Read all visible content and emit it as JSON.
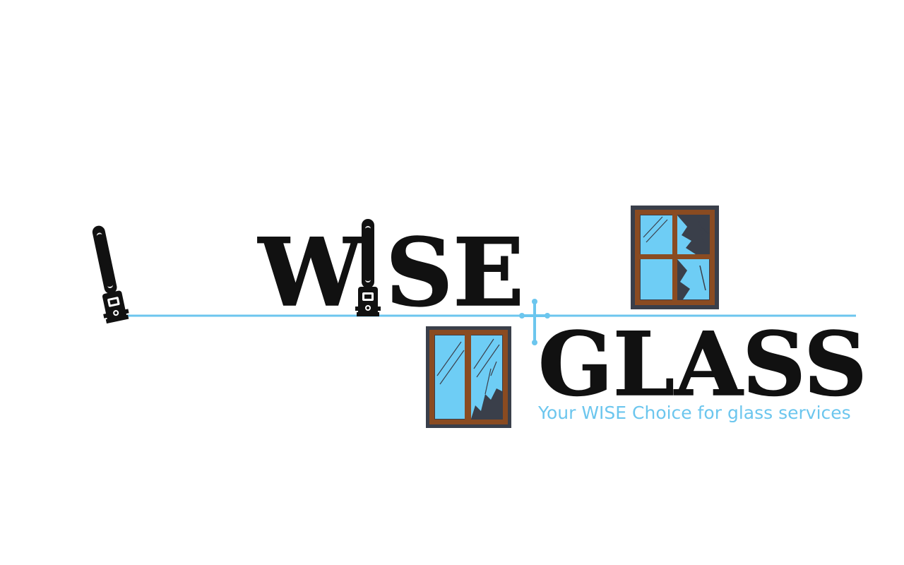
{
  "logo": {
    "word_top_part1": "W",
    "word_top_part2": "SE",
    "word_bottom": "GLASS",
    "tagline": "Your WISE Choice for glass services"
  },
  "icons": {
    "wrench_left": "wrench-icon",
    "wrench_i": "wrench-icon",
    "window_top": "broken-window-icon",
    "window_bottom": "broken-window-icon",
    "cross": "cross-icon"
  },
  "colors": {
    "accent_blue": "#6cc6ee",
    "glass_blue": "#6ecdf5",
    "frame_brown": "#8a4b21",
    "frame_dark": "#3a3f4a",
    "ink": "#111111"
  }
}
